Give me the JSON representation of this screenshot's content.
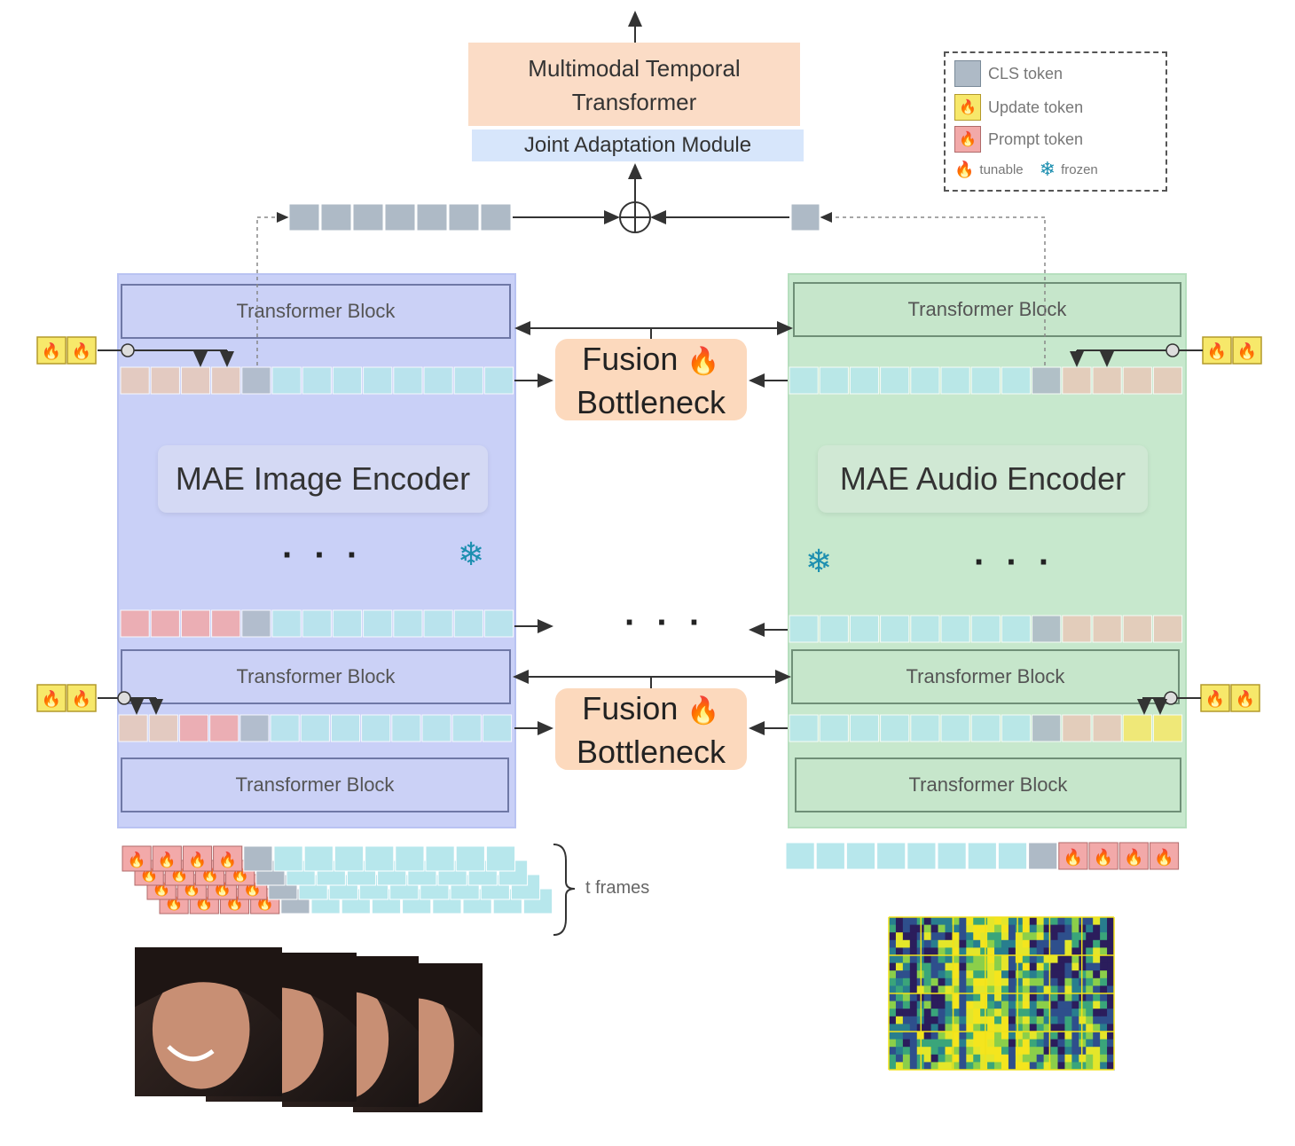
{
  "top_module": {
    "title": "Multimodal Temporal Transformer",
    "subtitle": "Joint Adaptation Module"
  },
  "legend": {
    "cls": "CLS token",
    "update": "Update token",
    "prompt": "Prompt token",
    "tunable": "tunable",
    "frozen": "frozen"
  },
  "image_branch": {
    "encoder_label": "MAE Image Encoder",
    "block_top": "Transformer Block",
    "block_mid": "Transformer Block",
    "block_bottom": "Transformer Block"
  },
  "audio_branch": {
    "encoder_label": "MAE Audio Encoder",
    "block_top": "Transformer Block",
    "block_mid": "Transformer Block",
    "block_bottom": "Transformer Block"
  },
  "fusion": {
    "top_line1": "Fusion",
    "top_line2": "Bottleneck",
    "bottom_line1": "Fusion",
    "bottom_line2": "Bottleneck"
  },
  "ellipsis": "· · ·",
  "frames_label": "t frames",
  "icons": {
    "tunable": "fire-icon",
    "frozen": "snowflake-icon",
    "sum": "circle-plus-icon"
  },
  "colors": {
    "image_panel": "#c9d0f7",
    "audio_panel": "#c7e8cd",
    "fusion": "#fcd9bd",
    "cls_token": "#aebac6",
    "update_token": "#f7e86a",
    "prompt_token": "#f2a9a9",
    "patch_token": "#b7e7ec"
  }
}
